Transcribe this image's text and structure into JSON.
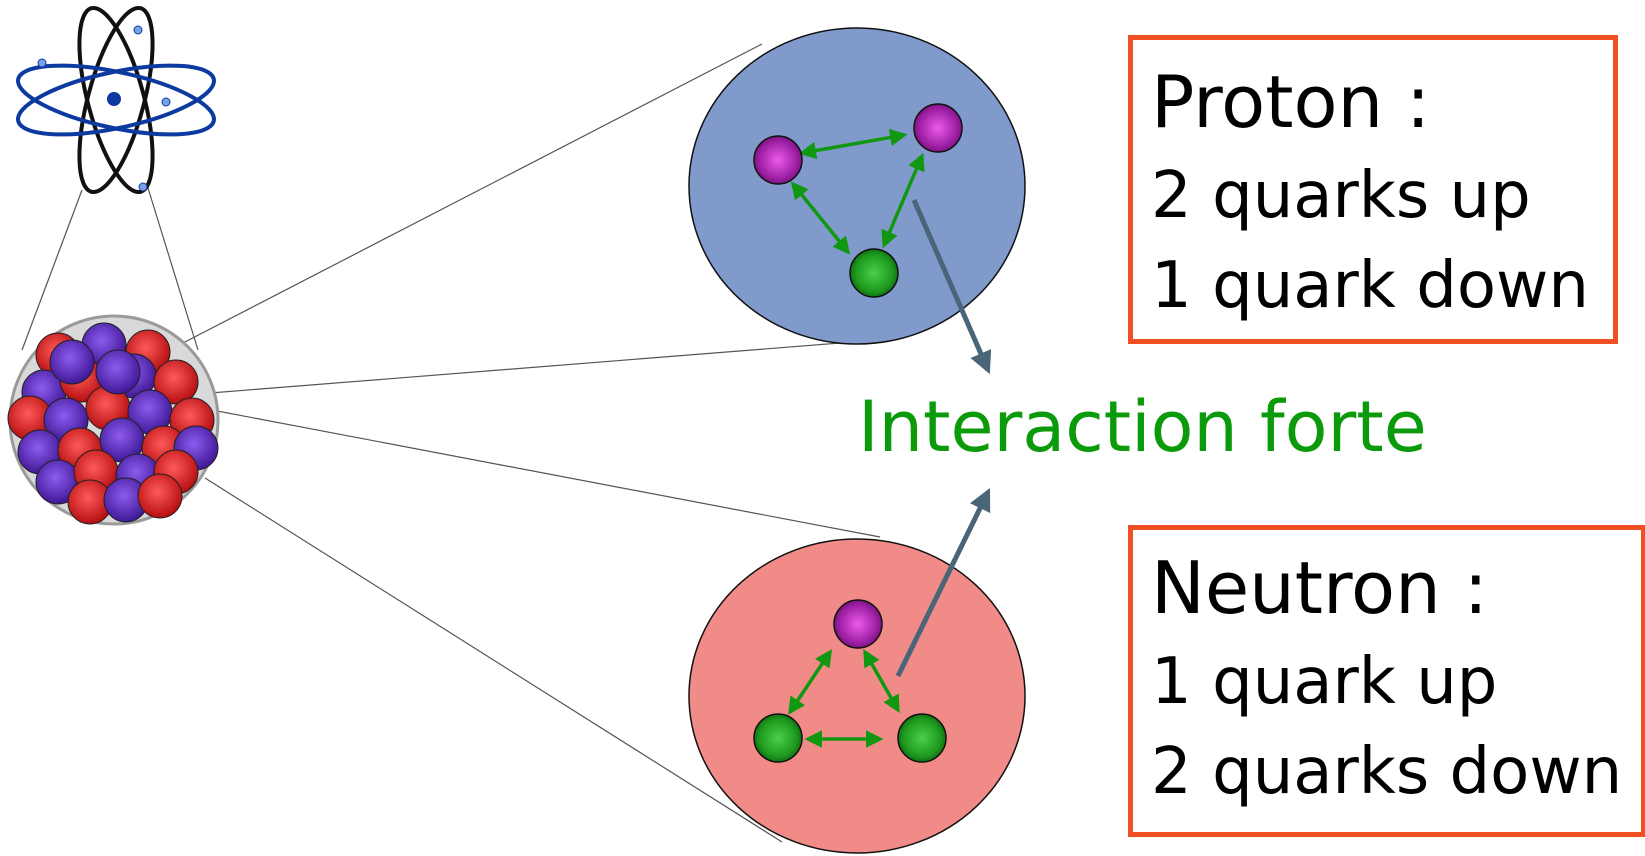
{
  "colors": {
    "box_border": "#f04e23",
    "interaction_text": "#0a9a0a",
    "proton_fill": "#7f9acb",
    "neutron_fill": "#f08b88",
    "quark_up": "#a020a6",
    "quark_down": "#1e9a1e",
    "gluon_arrow": "#109810",
    "pointer_arrow": "#4a6478",
    "nucleus_proton": "#e3171a",
    "nucleus_neutron": "#6b2fc4",
    "atom_orbit_blue": "#0c3aa0",
    "atom_orbit_black": "#111111"
  },
  "proton": {
    "title": "Proton :",
    "line1": "2 quarks up",
    "line2": "1 quark down"
  },
  "neutron": {
    "title": "Neutron :",
    "line1": "1 quark up",
    "line2": "2 quarks down"
  },
  "interaction_label": "Interaction forte"
}
